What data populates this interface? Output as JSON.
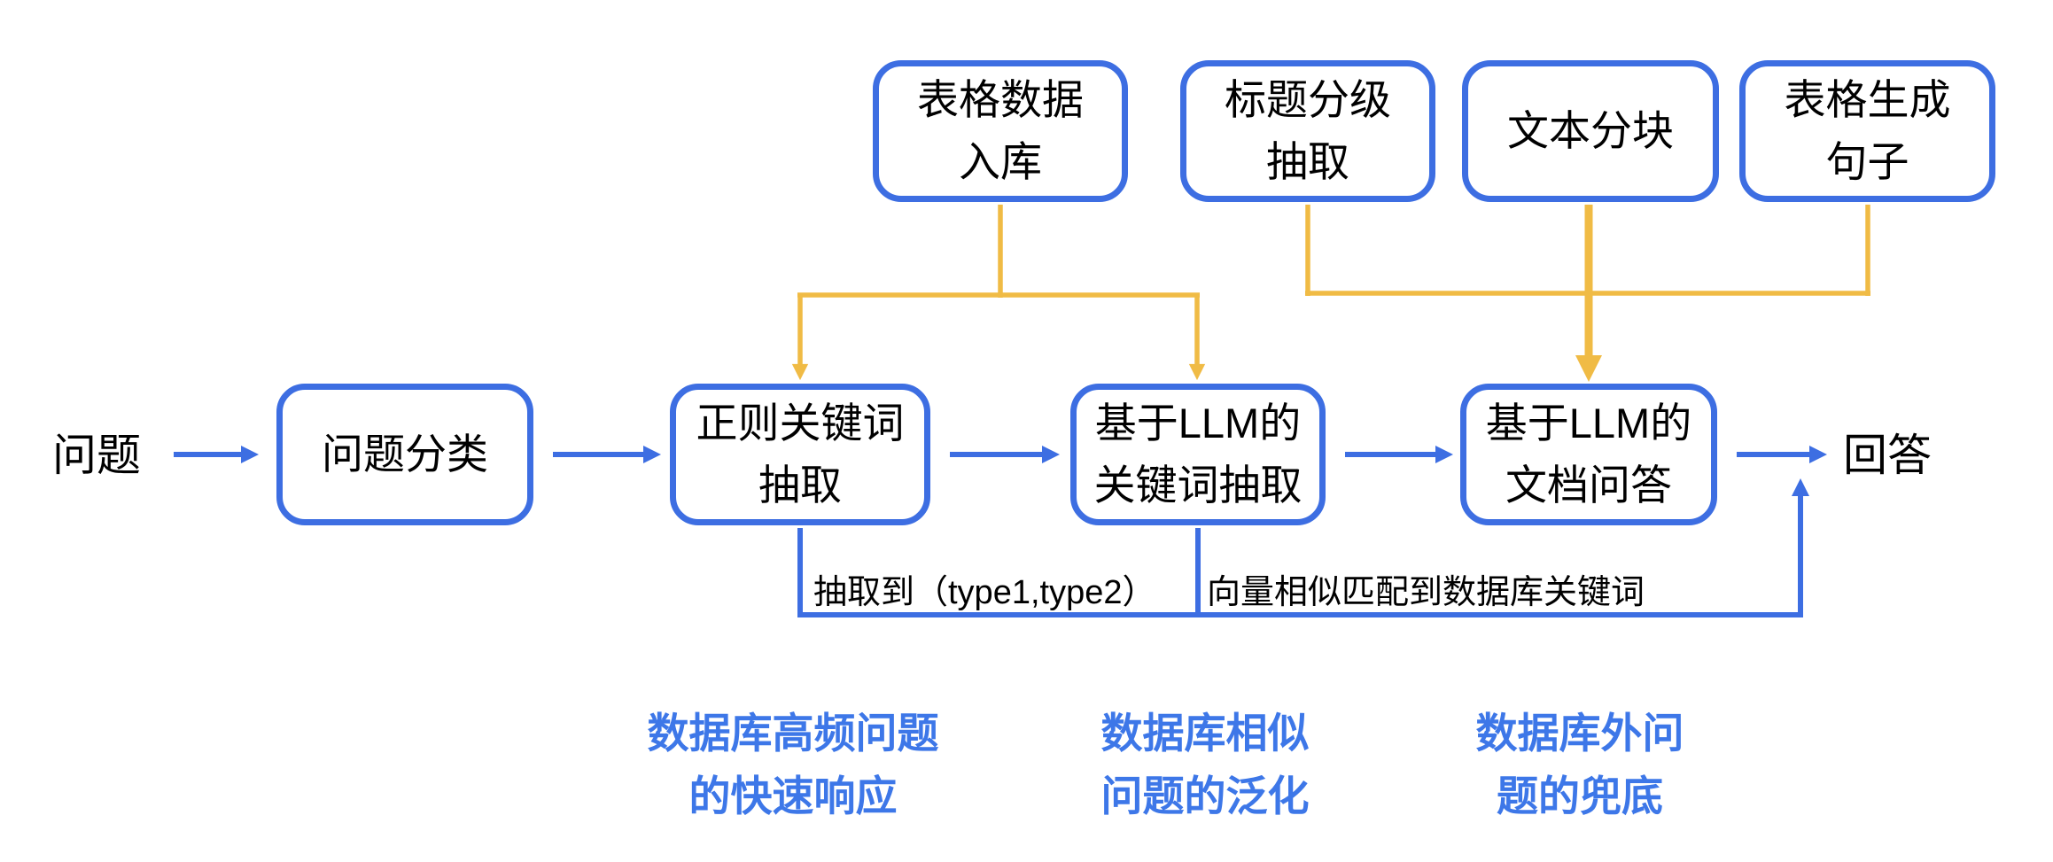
{
  "diagram": {
    "colors": {
      "background": "#ffffff",
      "node_border_blue": "#3d6ee2",
      "connector_blue": "#3d6ee2",
      "connector_yellow": "#f0bb45",
      "node_text": "#000000",
      "edge_label_text": "#000000",
      "annotation_blue": "#3d77e8"
    },
    "top_nodes": [
      {
        "id": "table-data-ingest",
        "line1": "表格数据",
        "line2": "入库"
      },
      {
        "id": "title-level-extract",
        "line1": "标题分级",
        "line2": "抽取"
      },
      {
        "id": "text-chunking",
        "line1": "文本分块",
        "line2": ""
      },
      {
        "id": "table-to-sentence",
        "line1": "表格生成",
        "line2": "句子"
      }
    ],
    "flow": {
      "input_label": "问题",
      "steps": [
        {
          "id": "question-classify",
          "line1": "问题分类",
          "line2": ""
        },
        {
          "id": "regex-keyword-extract",
          "line1": "正则关键词",
          "line2": "抽取"
        },
        {
          "id": "llm-keyword-extract",
          "line1": "基于LLM的",
          "line2": "关键词抽取"
        },
        {
          "id": "llm-doc-qa",
          "line1": "基于LLM的",
          "line2": "文档问答"
        }
      ],
      "output_label": "回答"
    },
    "edge_labels": {
      "extract_types": "抽取到（type1,type2）",
      "vector_match": "向量相似匹配到数据库关键词"
    },
    "annotations": [
      {
        "line1": "数据库高频问题",
        "line2": "的快速响应"
      },
      {
        "line1": "数据库相似",
        "line2": "问题的泛化"
      },
      {
        "line1": "数据库外问",
        "line2": "题的兜底"
      }
    ]
  }
}
